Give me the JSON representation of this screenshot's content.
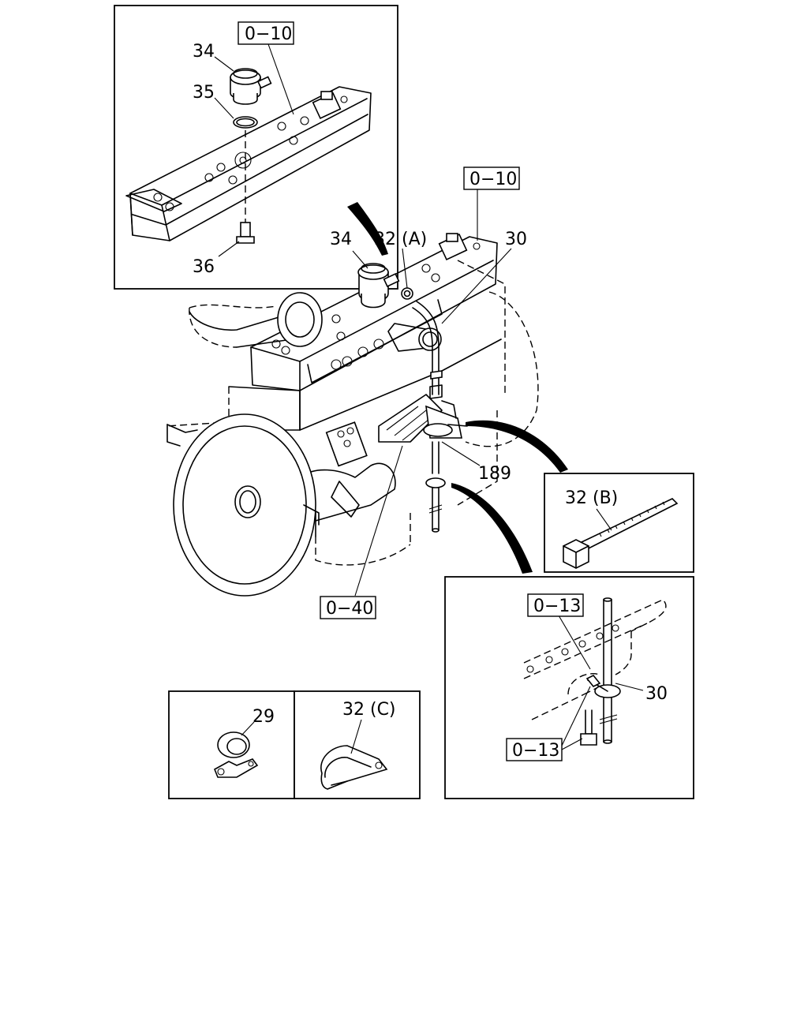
{
  "callouts": {
    "ref_0_10_inset": "0−10",
    "part_34_inset": "34",
    "part_35": "35",
    "part_36": "36",
    "ref_0_10_main": "0−10",
    "part_34_main": "34",
    "part_32a": "32 (A)",
    "part_30_main": "30",
    "part_189": "189",
    "ref_0_40": "0−40",
    "part_32b": "32 (B)",
    "ref_0_13_top": "0−13",
    "part_30_inset": "30",
    "ref_0_13_bottom": "0−13",
    "part_29": "29",
    "part_32c": "32 (C)"
  }
}
